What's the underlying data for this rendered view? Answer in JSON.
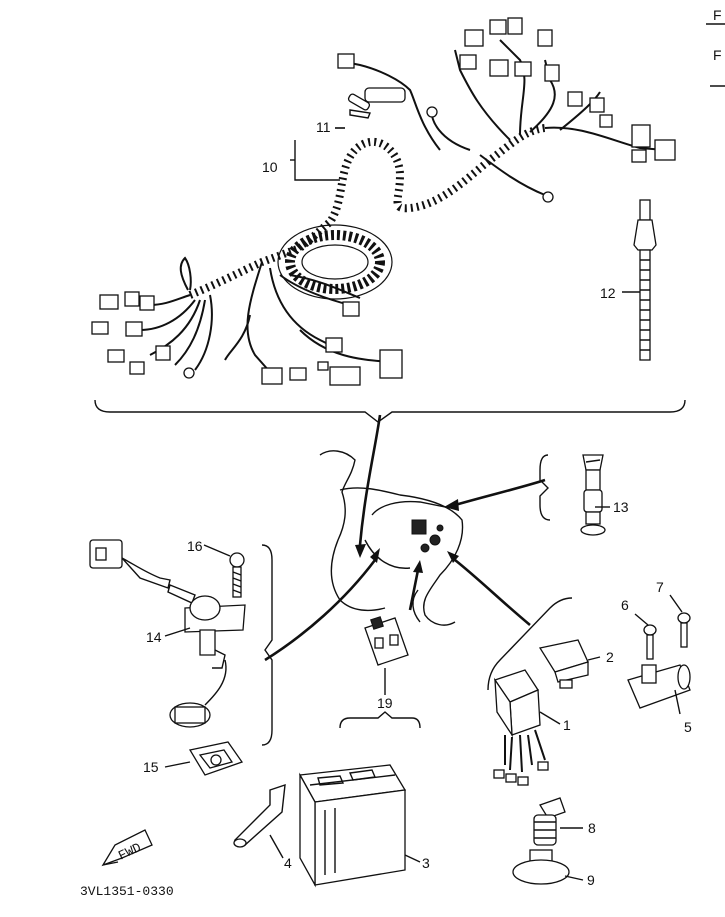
{
  "diagram": {
    "drawing_code": "3VL1351-0330",
    "fwd_label": "FWD",
    "edge_marks": [
      "F",
      "F"
    ],
    "callouts": [
      "1",
      "2",
      "3",
      "4",
      "5",
      "6",
      "7",
      "8",
      "9",
      "10",
      "11",
      "12",
      "13",
      "14",
      "15",
      "16",
      "19"
    ]
  }
}
